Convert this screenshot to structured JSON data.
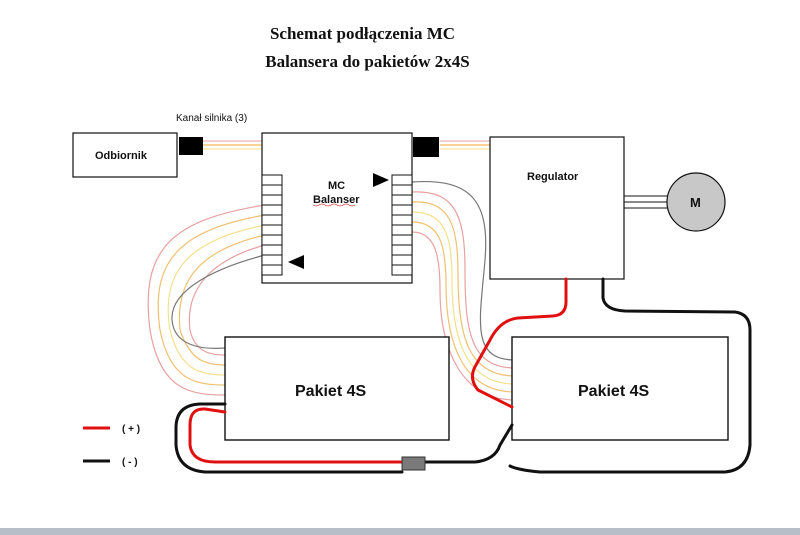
{
  "title": {
    "line1": "Schemat podłączenia MC",
    "line2": "Balansera do pakietów 2x4S"
  },
  "labels": {
    "motor_channel": "Kanał silnika (3)",
    "receiver": "Odbiornik",
    "balancer_line1": "MC",
    "balancer_line2": "Balanser",
    "regulator": "Regulator",
    "motor": "M",
    "pack_left": "Pakiet 4S",
    "pack_right": "Pakiet 4S"
  },
  "legend": {
    "plus": "( + )",
    "minus": "( - )"
  },
  "colors": {
    "positive": "#e01010",
    "negative": "#111111",
    "balance_wire_1": "#e8a0a0",
    "balance_wire_2": "#f0c070",
    "balance_wire_3": "#f5e08a",
    "servo_signal": "#f5a623",
    "connector": "#000000",
    "fuse": "#7a7a7a"
  }
}
